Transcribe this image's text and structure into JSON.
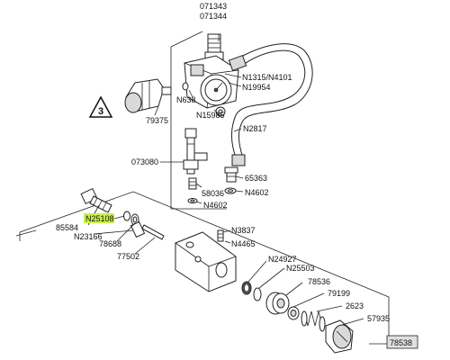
{
  "colors": {
    "highlight": "#c8f04a",
    "callout_box": "#e0e0e0",
    "line": "#222222"
  },
  "icons": {
    "warning": "warning-triangle-icon"
  },
  "warning_number": "3",
  "labels": {
    "p071343": "071343",
    "p071344": "071344",
    "n1315": "N1315/N4101",
    "n19954": "N19954",
    "n638": "N638",
    "n15985": "N15985",
    "p79375": "79375",
    "n2817": "N2817",
    "p073080": "073080",
    "p65363": "65363",
    "p58036": "58036",
    "n4602a": "N4602",
    "n4602b": "N4602",
    "n25108": "N25108",
    "p85584": "85584",
    "n23166": "N23166",
    "p78688": "78688",
    "p77502": "77502",
    "n3837": "N3837",
    "n4465": "N4465",
    "n24927": "N24927",
    "n25503": "N25503",
    "p78536": "78536",
    "p79199": "79199",
    "p2623": "2623",
    "p57935": "57935",
    "assembly": "78538"
  }
}
